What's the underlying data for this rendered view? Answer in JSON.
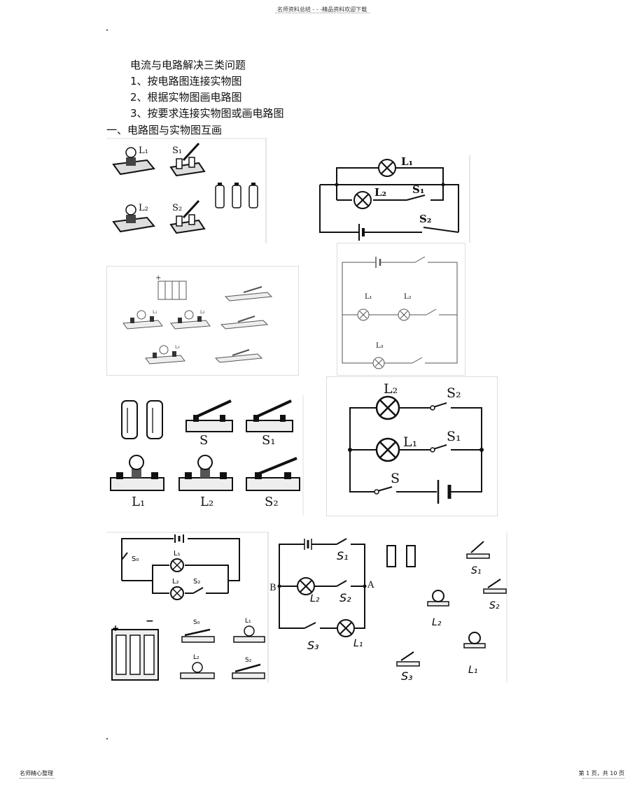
{
  "header": {
    "top_text": "名师资料总结 - - -精品资料欢迎下载"
  },
  "document": {
    "title": "电流与电路解决三类问题",
    "items": [
      "1、按电路图连接实物图",
      "2、根据实物图画电路图",
      "3、按要求连接实物图或画电路图"
    ],
    "section_heading": "一、电路图与实物图互画"
  },
  "figures": {
    "fig1_components": {
      "L1": "L₁",
      "S1": "S₁",
      "L2": "L₂",
      "S2": "S₂"
    },
    "fig1_circuit": {
      "L1": "L₁",
      "L2": "L₂",
      "S1": "S₁",
      "S2": "S₂"
    },
    "fig2_components": {
      "L1": "L₁",
      "L2": "L₂",
      "L3": "L₃"
    },
    "fig2_circuit": {
      "L1": "L₁",
      "L2": "L₂",
      "L3": "L₃"
    },
    "fig3_components": {
      "S": "S",
      "S1": "S₁",
      "L1": "L₁",
      "L2": "L₂",
      "S2": "S₂"
    },
    "fig3_circuit": {
      "L2": "L₂",
      "S2": "S₂",
      "L1": "L₁",
      "S1": "S₁",
      "S": "S"
    },
    "fig4_left": {
      "S0": "S₀",
      "L1": "L₁",
      "L2": "L₂",
      "S2": "S₂",
      "minus": "−",
      "plus": "+",
      "Sa": "S₀",
      "La": "L₁",
      "Lb": "L₂",
      "Sb": "S₂"
    },
    "fig4_right": {
      "S1": "S₁",
      "B": "B",
      "A": "A",
      "L2": "L₂",
      "S2": "S₂",
      "S3": "S₃",
      "L1": "L₁",
      "cS1": "S₁",
      "cS2": "S₂",
      "cL2": "L₂",
      "cL1": "L₁",
      "cS3": "S₃"
    }
  },
  "footer": {
    "left": "名师精心整理",
    "right": "第 1 页，共 10 页"
  }
}
